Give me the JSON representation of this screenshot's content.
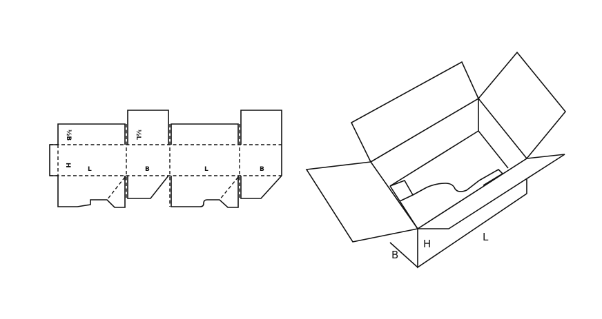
{
  "flat_blank": {
    "flap_labels": [
      "½B",
      "½L"
    ],
    "panel_labels": [
      "H",
      "L",
      "B",
      "L",
      "B"
    ]
  },
  "box_3d": {
    "dimension_labels": [
      "B",
      "H",
      "L"
    ]
  }
}
